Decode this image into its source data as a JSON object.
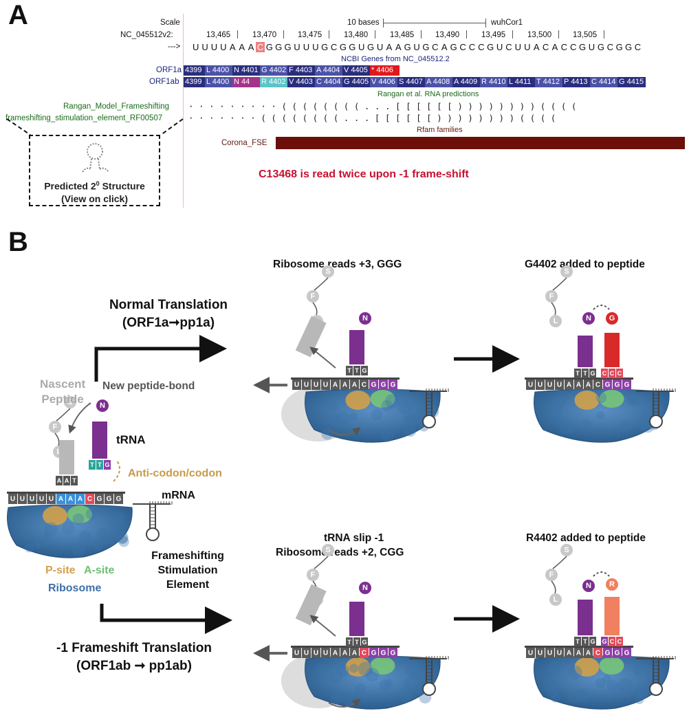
{
  "panelA": {
    "letter": "A",
    "scale_label": "Scale",
    "scale_bases": "10 bases",
    "assembly": "wuhCor1",
    "chrom": "NC_045512v2:",
    "coords": [
      "13,465",
      "13,470",
      "13,475",
      "13,480",
      "13,485",
      "13,490",
      "13,495",
      "13,500",
      "13,505"
    ],
    "arrow_prefix": "--->",
    "sequence": [
      "U",
      "U",
      "U",
      "U",
      "A",
      "A",
      "A",
      "C",
      "G",
      "G",
      "G",
      "U",
      "U",
      "U",
      "G",
      "C",
      "G",
      "G",
      "U",
      "G",
      "U",
      "A",
      "A",
      "G",
      "U",
      "G",
      "C",
      "A",
      "G",
      "C",
      "C",
      "C",
      "G",
      "U",
      "C",
      "U",
      "U",
      "A",
      "C",
      "A",
      "C",
      "C",
      "G",
      "U",
      "G",
      "C",
      "G",
      "G",
      "C"
    ],
    "highlight_index": 7,
    "ncbi_title": "NCBI Genes from NC_045512.2",
    "orf1a_label": "ORF1a",
    "orf1ab_label": "ORF1ab",
    "orf1a": [
      "4399",
      "L 4400",
      "N 4401",
      "G 4402",
      "F 4403",
      "A 4404",
      "V 4405",
      "* 4406"
    ],
    "orf1ab": [
      "4399",
      "L 4400",
      "N 44",
      "R 4402",
      "V 4403",
      "C 4404",
      "G 4405",
      "V 4406",
      "S 4407",
      "A 4408",
      "A 4409",
      "R 4410",
      "L 4411",
      "T 4412",
      "P 4413",
      "C 4414",
      "G 4415"
    ],
    "rangan_title": "Rangan et al. RNA predictions",
    "track1_label": "Rangan_Model_Frameshifting",
    "track1_seq": "· · · · · · · · · ( ( ( ( ( ( ( ( . . . [ [ [ [ [ [ ) ) ) ) ) ) ) ) ( ( ( (",
    "track2_label": "frameshifting_stimulation_element_RF00507",
    "track2_seq": "· · · · · · · ( ( ( ( ( ( ( ( . . . [ [ [ [ [ [ ) ) ) ) ) ) ) ) ( ( ( (",
    "rfam_title": "Rfam families",
    "corona_label": "Corona_FSE",
    "box_line1": "Predicted 2",
    "box_sup": "0",
    "box_line1_end": " Structure",
    "box_line2": "(View on click)",
    "note": "C13468 is read twice upon -1 frame-shift"
  },
  "panelB": {
    "letter": "B",
    "normal_title": "Normal Translation",
    "normal_sub": "(ORF1a➞pp1a)",
    "fs_title": "-1 Frameshift Translation",
    "fs_sub": "(ORF1ab ➞ pp1ab)",
    "nascent1": "Nascent",
    "nascent2": "Peptide",
    "new_bond": "New peptide-bond",
    "trna": "tRNA",
    "anticodon": "Anti-codon/codon",
    "mrna": "mRNA",
    "fse1": "Frameshifting",
    "fse2": "Stimulation",
    "fse3": "Element",
    "psite": "P-site",
    "asite": "A-site",
    "ribosome": "Ribosome",
    "title_top_mid": "Ribosome reads +3, GGG",
    "title_top_right": "G4402 added to peptide",
    "title_bot_mid1": "tRNA slip -1",
    "title_bot_mid2": "Ribosome reads +2, CGG",
    "title_bot_right": "R4402 added to peptide",
    "aa_S": "S",
    "aa_F": "F",
    "aa_L": "L",
    "aa_N": "N",
    "aa_G": "G",
    "aa_R": "R",
    "anticodon_left": [
      "A",
      "A",
      "T"
    ],
    "anticodon_right": [
      "T",
      "T",
      "G"
    ],
    "mrna_left": [
      "U",
      "U",
      "U",
      "U",
      "U",
      "A",
      "A",
      "A",
      "C",
      "G",
      "G",
      "G"
    ],
    "mrna_top": [
      "U",
      "U",
      "U",
      "U",
      "A",
      "A",
      "A",
      "C",
      "G",
      "G",
      "G"
    ],
    "codon_ccc": [
      "C",
      "C",
      "C"
    ],
    "codon_ggc": [
      "C",
      "G",
      "G"
    ],
    "codon_gcc": [
      "G",
      "C",
      "C"
    ]
  }
}
